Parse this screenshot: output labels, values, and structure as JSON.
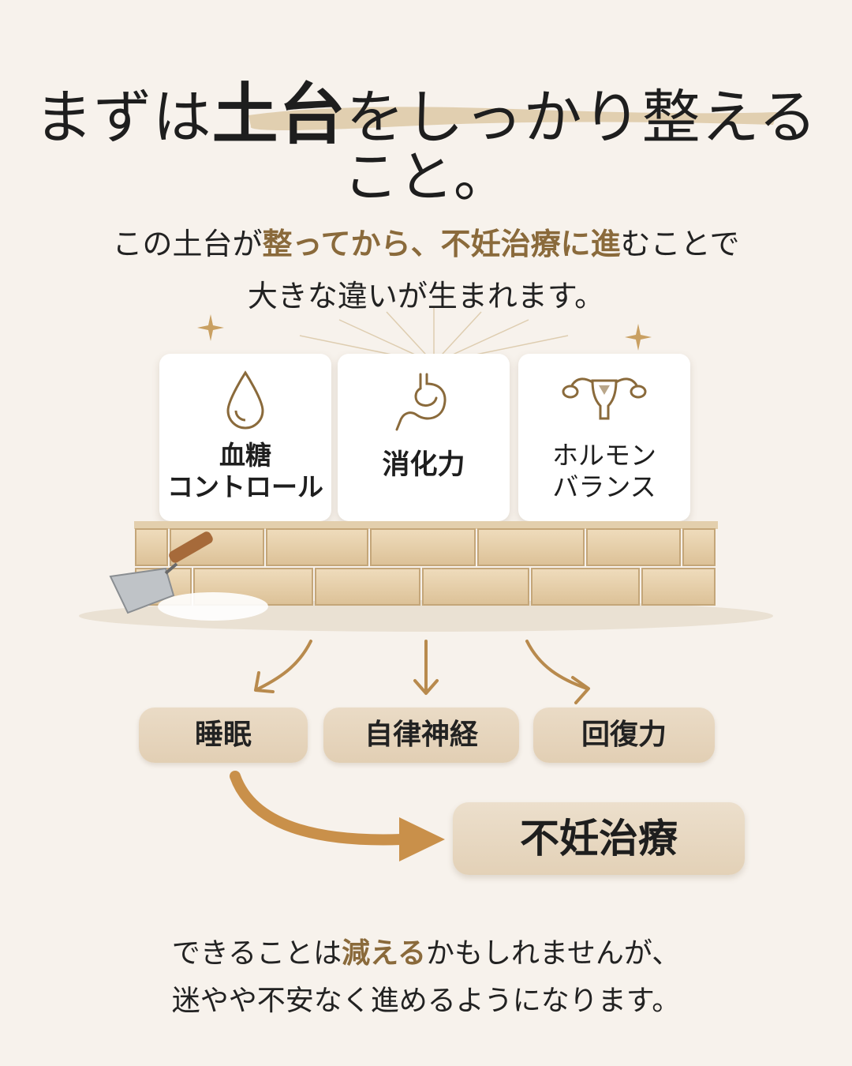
{
  "title": {
    "pre": "まずは",
    "strong": "土台",
    "post": "をしっかり整える",
    "line2": "こと。"
  },
  "subtitle": {
    "l1_a": "この土台が",
    "l1_b": "整ってから、不妊治療に進",
    "l1_c": "むことで",
    "l2": "大きな違いが生まれます。"
  },
  "cards": [
    {
      "icon": "water-drop-icon",
      "line1": "血糖",
      "line2": "コントロール"
    },
    {
      "icon": "stomach-icon",
      "line1": "消化力",
      "line2": ""
    },
    {
      "icon": "uterus-icon",
      "line1": "ホルモン",
      "line2": "バランス"
    }
  ],
  "results": [
    "睡眠",
    "自律神経",
    "回復力"
  ],
  "goal": "不妊治療",
  "footer": {
    "l1_a": "できることは",
    "l1_b": "減える",
    "l1_c": "かもしれませんが、",
    "l2": "迷やや不安なく進めるようになります。"
  },
  "colors": {
    "accent": "#8a6a3b",
    "arrow": "#c9904a",
    "brick": "#e8d3b1"
  }
}
